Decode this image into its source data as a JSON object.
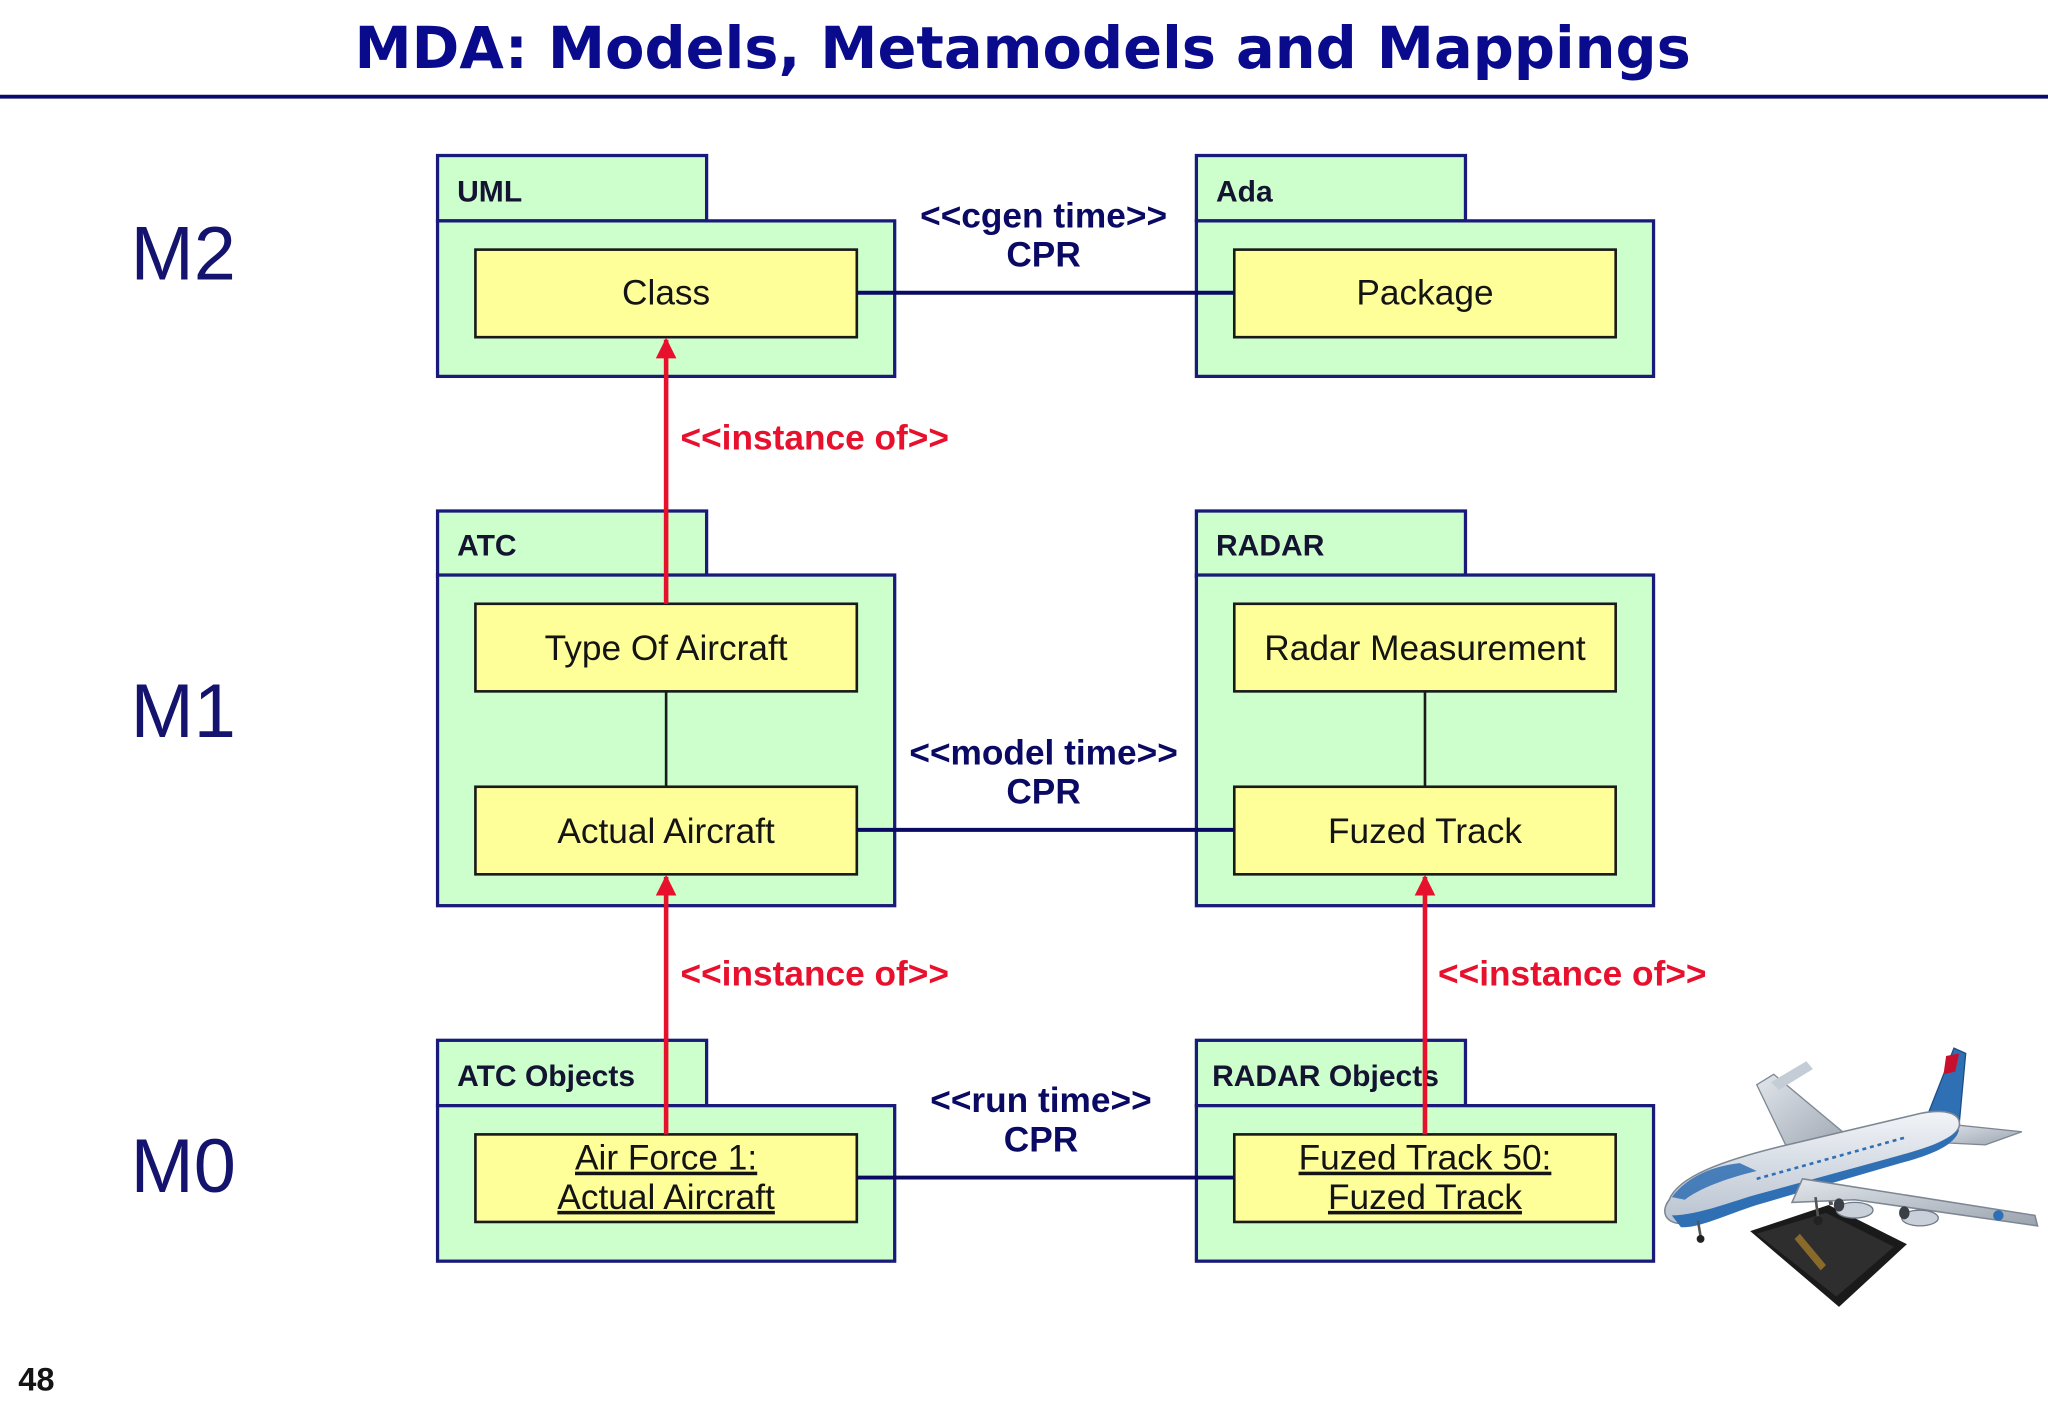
{
  "slide": {
    "title": "MDA: Models, Metamodels and Mappings",
    "page_number": "48"
  },
  "levels": {
    "m2": "M2",
    "m1": "M1",
    "m0": "M0"
  },
  "packages": {
    "uml": {
      "label": "UML",
      "class_label": "Class"
    },
    "ada": {
      "label": "Ada",
      "class_label": "Package"
    },
    "atc": {
      "label": "ATC",
      "class_top": "Type Of Aircraft",
      "class_bottom": "Actual Aircraft"
    },
    "radar": {
      "label": "RADAR",
      "class_top": "Radar Measurement",
      "class_bottom": "Fuzed Track"
    },
    "atc_objects": {
      "label": "ATC Objects",
      "object_line1": "Air Force 1:",
      "object_line2": "Actual Aircraft"
    },
    "radar_objects": {
      "label": "RADAR Objects",
      "object_line1": "Fuzed Track 50:",
      "object_line2": "Fuzed Track"
    }
  },
  "connectors": {
    "cgen": {
      "stereotype": "<<cgen time>>",
      "name": "CPR"
    },
    "model": {
      "stereotype": "<<model time>>",
      "name": "CPR"
    },
    "run": {
      "stereotype": "<<run time>>",
      "name": "CPR"
    }
  },
  "instance_labels": {
    "m1_to_m2": "<<instance of>>",
    "atc_m0_to_m1": "<<instance of>>",
    "radar_m0_to_m1": "<<instance of>>"
  },
  "colors": {
    "title": "#0a0a8c",
    "rule": "#0a0a6e",
    "package_fill": "#ccffcc",
    "package_border": "#1a1a7a",
    "class_fill": "#ffff99",
    "connector": "#0a0a64",
    "instance_arrow": "#e8112d",
    "airplane_livery_blue": "#2f6fb3"
  },
  "image": {
    "airplane_icon": "airplane-model-icon"
  }
}
